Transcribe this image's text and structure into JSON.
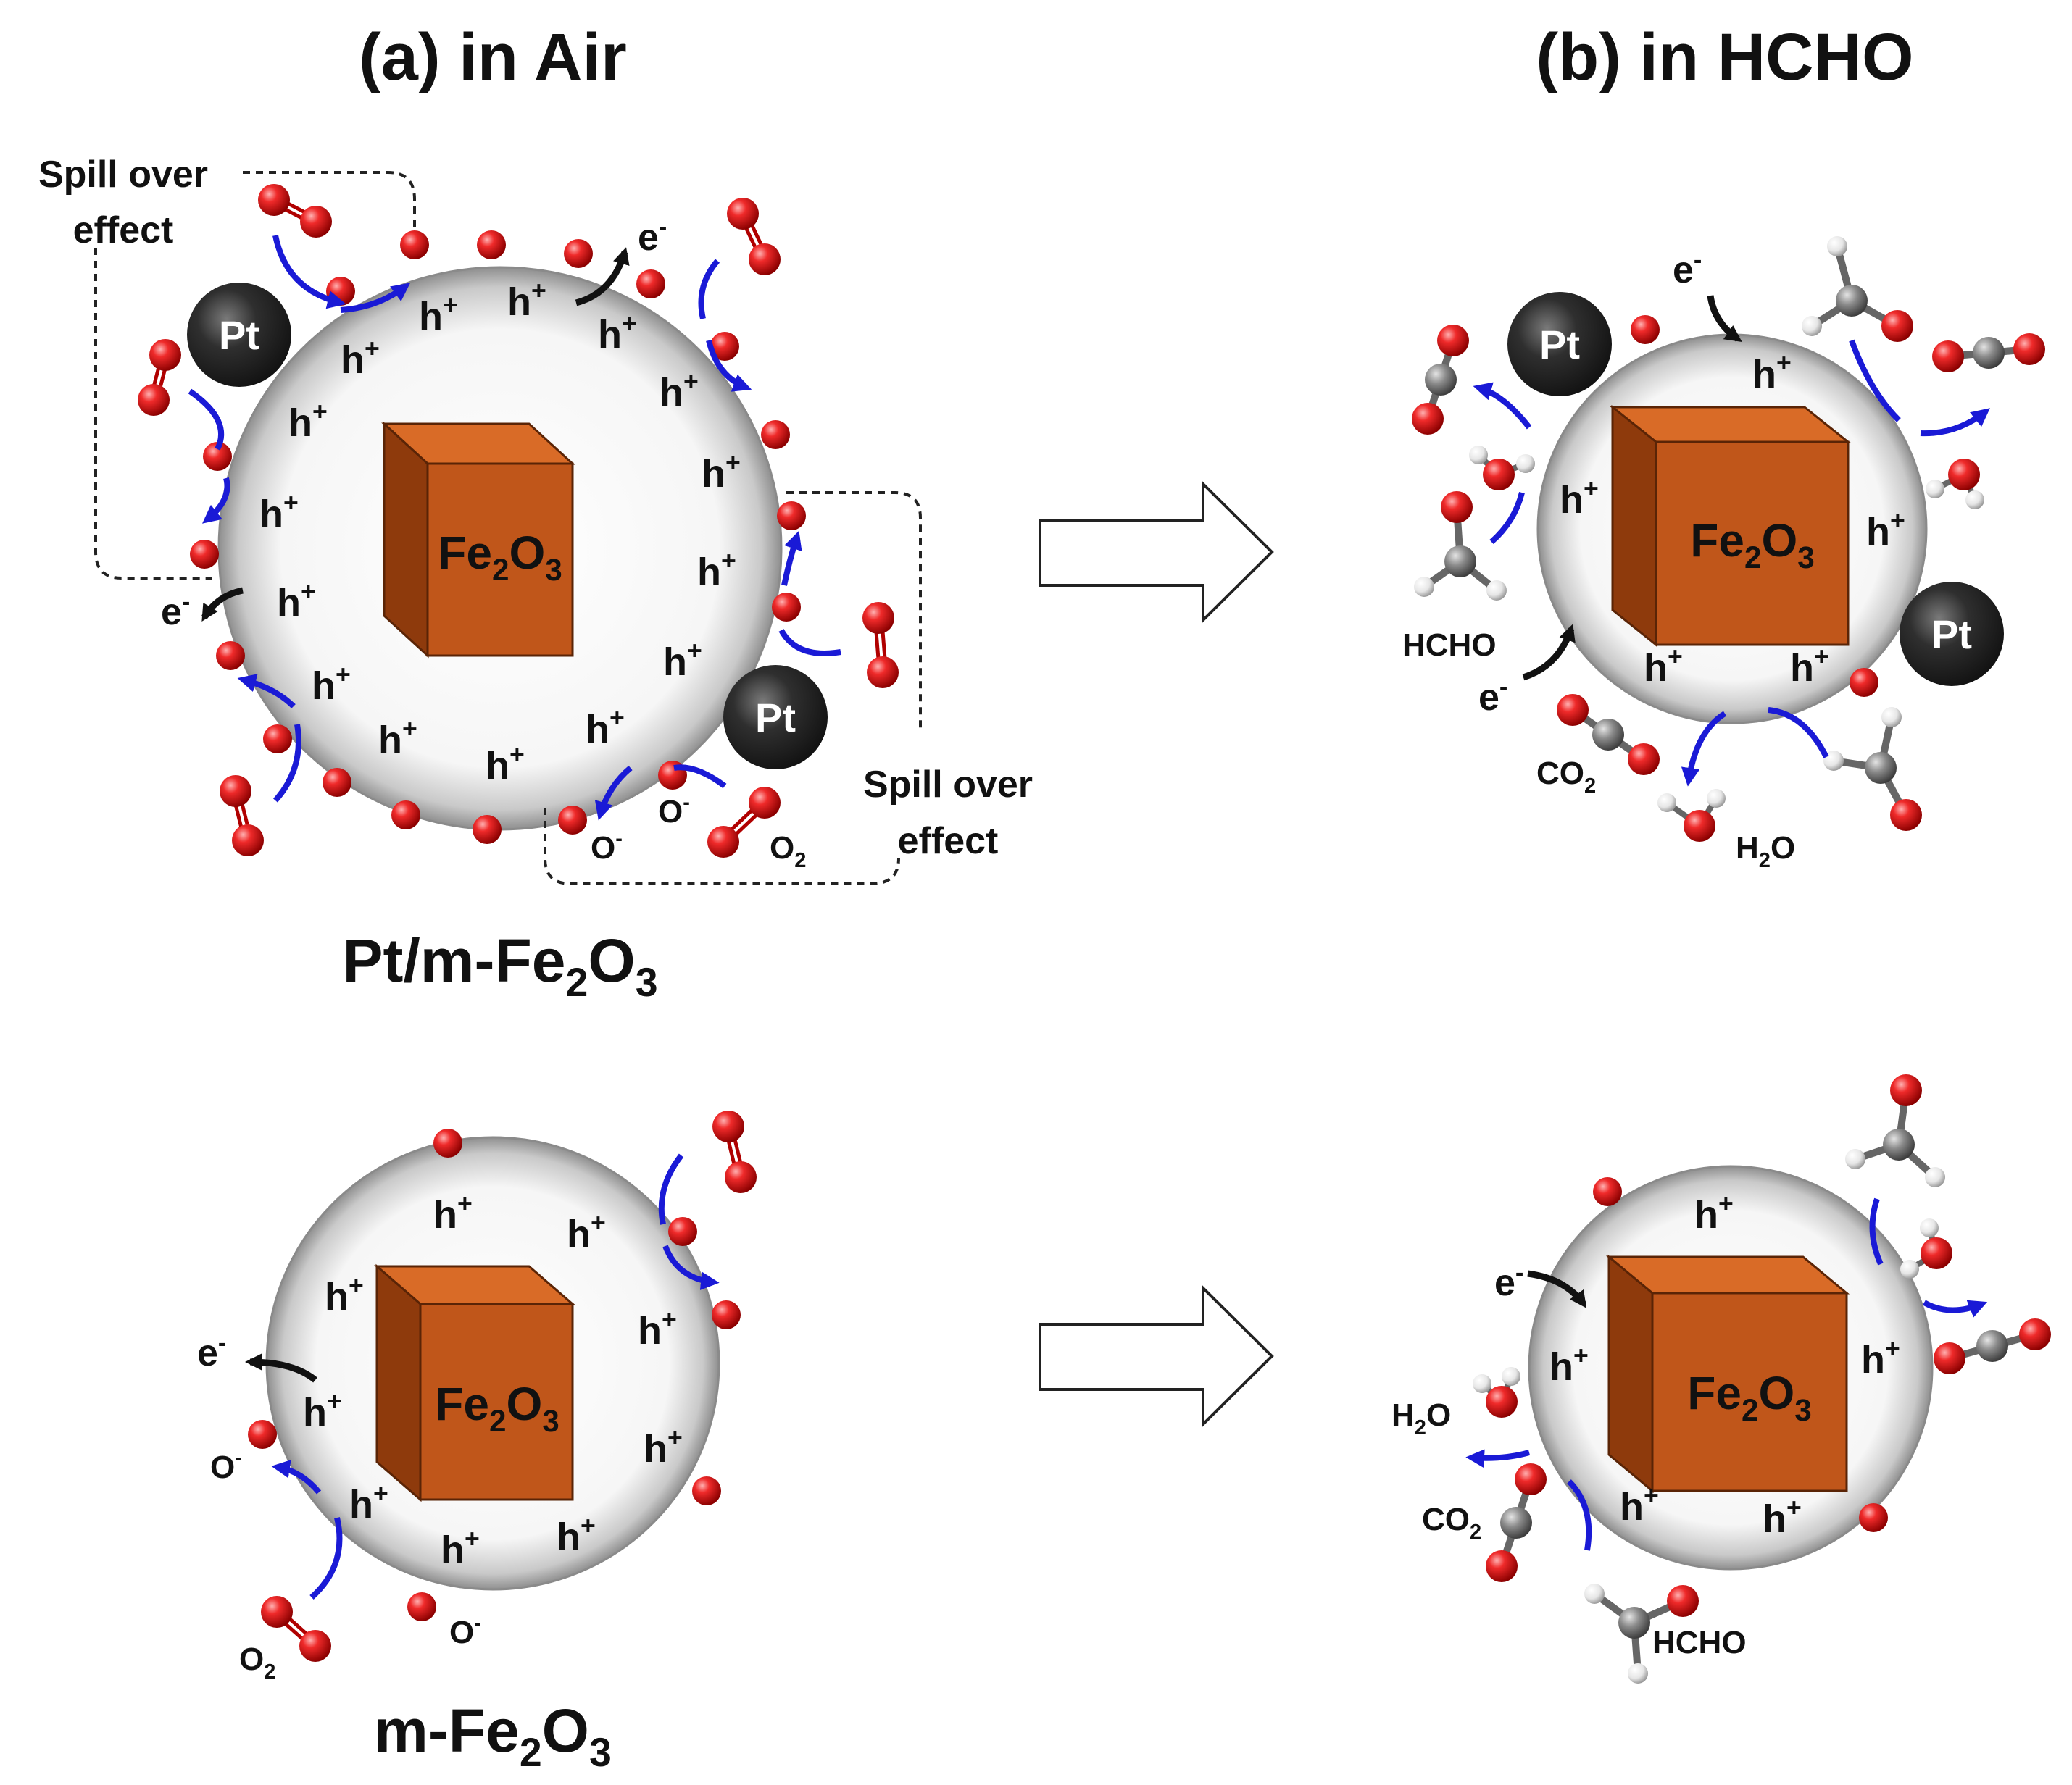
{
  "panels": {
    "a_title": "(a) in Air",
    "b_title": "(b) in HCHO"
  },
  "core_label": {
    "base": "Fe",
    "sub1": "2",
    "mid": "O",
    "sub2": "3"
  },
  "hole_label": {
    "base": "h",
    "sup": "+"
  },
  "electron_label": {
    "base": "e",
    "sup": "-"
  },
  "oxygen_ion_label": {
    "base": "O",
    "sup": "-"
  },
  "pt_label": "Pt",
  "spill_over": {
    "line1": "Spill over",
    "line2": "effect"
  },
  "captions": {
    "top": {
      "prefix": "Pt/m-",
      "base": "Fe",
      "sub1": "2",
      "mid": "O",
      "sub2": "3"
    },
    "bottom": {
      "prefix": "m-",
      "base": "Fe",
      "sub1": "2",
      "mid": "O",
      "sub2": "3"
    }
  },
  "species": {
    "o2": {
      "base": "O",
      "sub": "2"
    },
    "hcho": "HCHO",
    "co2": {
      "base": "CO",
      "sub": "2"
    },
    "h2o": {
      "base": "H",
      "sub": "2",
      "tail": "O"
    }
  },
  "colors": {
    "oxygen_atom": "#e21b1b",
    "carbon_atom": "#7a7a7a",
    "hydrogen_atom": "#eeeeee",
    "pt_particle": "#2b2b2b",
    "cube_front": "#c0561a",
    "cube_top": "#d96b27",
    "cube_side": "#8e3a0c",
    "shell_edge": "#8a8a8a",
    "blue_arrow": "#1a1ad6"
  }
}
